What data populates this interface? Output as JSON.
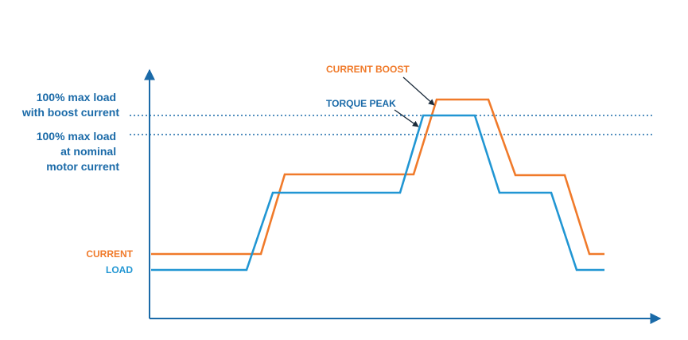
{
  "colors": {
    "current": "#f07a2a",
    "load": "#2196d3",
    "axis": "#1a6aa8",
    "reference": "#1a6aa8",
    "text": "#1a6aa8"
  },
  "reference_lines": {
    "boost": [
      "100% max load",
      "with boost current"
    ],
    "nominal": [
      "100% max load",
      "at nominal",
      "motor current"
    ]
  },
  "series_labels": {
    "current": "CURRENT",
    "load": "LOAD"
  },
  "annotations": {
    "current_boost": "CURRENT BOOST",
    "torque_peak": "TORQUE PEAK"
  }
}
